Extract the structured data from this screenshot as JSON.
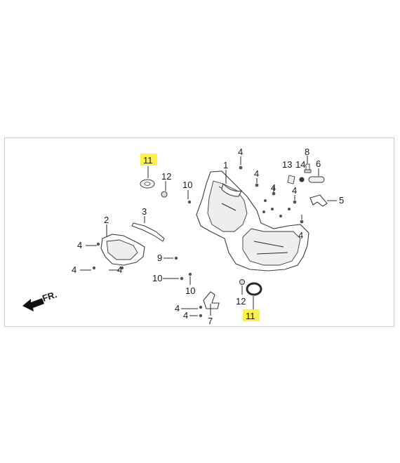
{
  "diagram": {
    "direction_label": "FR.",
    "callouts": {
      "c11a": "11",
      "c12a": "12",
      "c10a": "10",
      "c3": "3",
      "c2": "2",
      "c4a": "4",
      "c4b": "4",
      "c9": "9",
      "c10b": "10",
      "c10c": "10",
      "c1": "1",
      "c4c": "4",
      "c4d": "4",
      "c4e": "4",
      "c4f": "4",
      "c13": "13",
      "c14": "14",
      "c8": "8",
      "c6": "6",
      "c5": "5",
      "c12b": "12",
      "c11b": "11",
      "c4g": "4",
      "c4h": "4",
      "c7": "7"
    },
    "highlight_color": "#fbf14a",
    "highlighted_callouts": [
      "11"
    ]
  }
}
